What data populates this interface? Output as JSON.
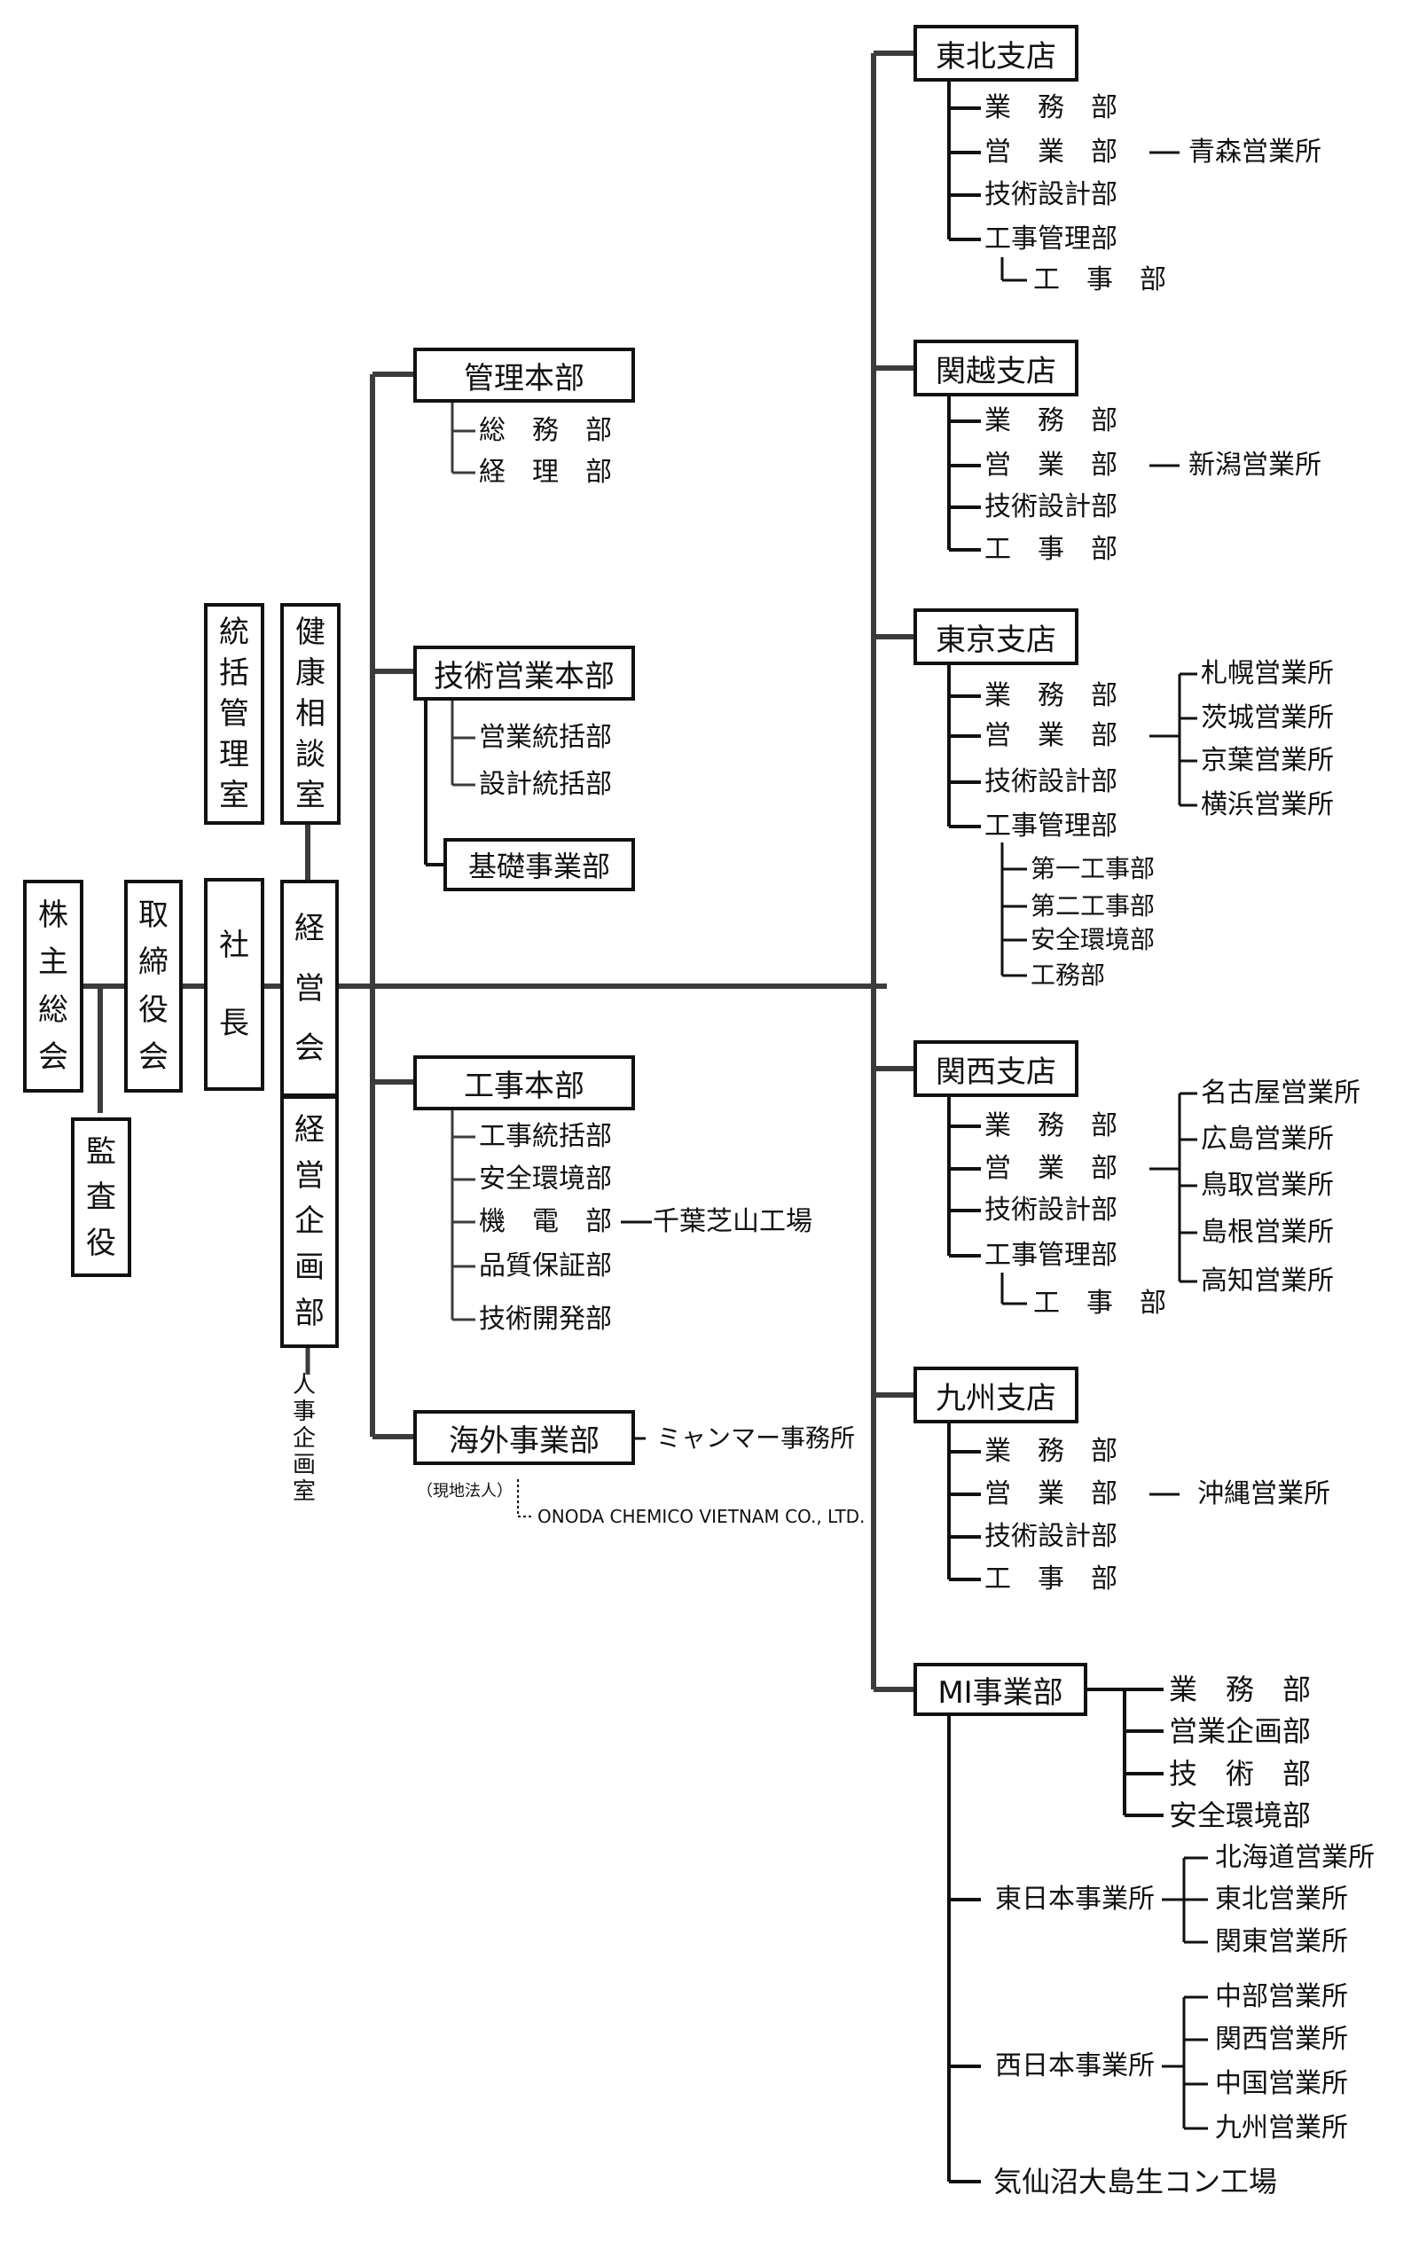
{
  "root": {
    "shareholders": [
      "株",
      "主",
      "総",
      "会"
    ],
    "auditor": [
      "監",
      "査",
      "役"
    ],
    "board": [
      "取",
      "締",
      "役",
      "会"
    ],
    "president": [
      "社",
      "長"
    ],
    "oversight": [
      "統",
      "括",
      "管",
      "理",
      "室"
    ],
    "health": [
      "健",
      "康",
      "相",
      "談",
      "室"
    ],
    "mgmt_council": [
      "経",
      "営",
      "会"
    ],
    "planning": [
      "経",
      "営",
      "企",
      "画",
      "部"
    ],
    "hr_planning": [
      "人",
      "事",
      "企",
      "画",
      "室"
    ]
  },
  "hq": {
    "admin": {
      "title": "管理本部",
      "items": [
        "総　務　部",
        "経　理　部"
      ]
    },
    "tech_sales": {
      "title": "技術営業本部",
      "items": [
        "営業統括部",
        "設計統括部"
      ],
      "foundation": "基礎事業部"
    },
    "construction": {
      "title": "工事本部",
      "items": [
        "工事統括部",
        "安全環境部",
        "機　電　部",
        "品質保証部",
        "技術開発部"
      ],
      "factory": "千葉芝山工場"
    },
    "overseas": {
      "title": "海外事業部",
      "office": "ミャンマー事務所",
      "local_label": "（現地法人）",
      "local_company": "ONODA CHEMICO VIETNAM CO., LTD."
    }
  },
  "branches": {
    "tohoku": {
      "title": "東北支店",
      "items": [
        "業　務　部",
        "営　業　部",
        "技術設計部",
        "工事管理部"
      ],
      "sub": "工　事　部",
      "sales_office": "青森営業所"
    },
    "kanetsu": {
      "title": "関越支店",
      "items": [
        "業　務　部",
        "営　業　部",
        "技術設計部",
        "工　事　部"
      ],
      "sales_office": "新潟営業所"
    },
    "tokyo": {
      "title": "東京支店",
      "items": [
        "業　務　部",
        "営　業　部",
        "技術設計部",
        "工事管理部"
      ],
      "subs": [
        "第一工事部",
        "第二工事部",
        "安全環境部",
        "工務部"
      ],
      "sales_offices": [
        "札幌営業所",
        "茨城営業所",
        "京葉営業所",
        "横浜営業所"
      ]
    },
    "kansai": {
      "title": "関西支店",
      "items": [
        "業　務　部",
        "営　業　部",
        "技術設計部",
        "工事管理部"
      ],
      "sub": "工　事　部",
      "sales_offices": [
        "名古屋営業所",
        "広島営業所",
        "鳥取営業所",
        "島根営業所",
        "高知営業所"
      ]
    },
    "kyushu": {
      "title": "九州支店",
      "items": [
        "業　務　部",
        "営　業　部",
        "技術設計部",
        "工　事　部"
      ],
      "sales_office": "沖縄営業所"
    },
    "mi": {
      "title": "MI事業部",
      "items": [
        "業　務　部",
        "営業企画部",
        "技　術　部",
        "安全環境部"
      ],
      "east": {
        "title": "東日本事業所",
        "offices": [
          "北海道営業所",
          "東北営業所",
          "関東営業所"
        ]
      },
      "west": {
        "title": "西日本事業所",
        "offices": [
          "中部営業所",
          "関西営業所",
          "中国営業所",
          "九州営業所"
        ]
      },
      "plant": "気仙沼大島生コン工場"
    }
  }
}
